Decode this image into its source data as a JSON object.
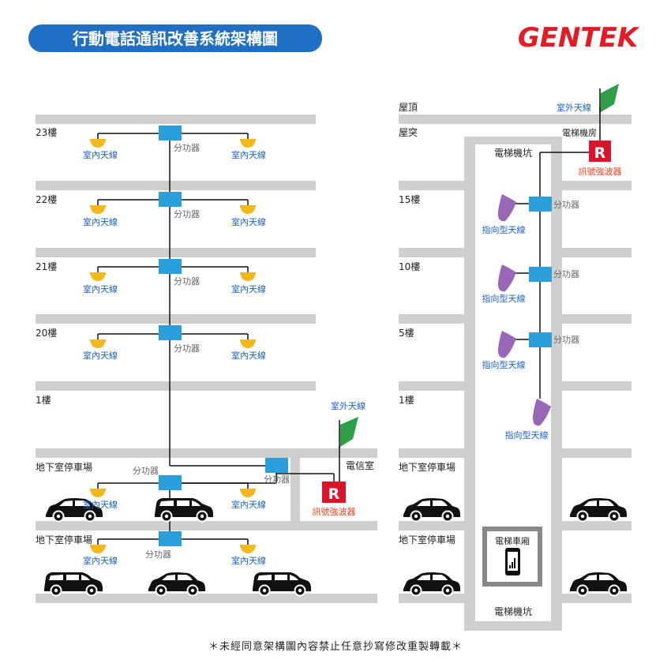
{
  "title": "行動電話通訊改善系統架構圖",
  "brand": "GENTEK",
  "colors": {
    "title_bg": "#1f6fc4",
    "brand_red": "#e21b24",
    "slab": "#cfcfcf",
    "splitter": "#2a9fdc",
    "repeater": "#d6162c",
    "indoor_antenna": "#f3b81c",
    "directional_antenna": "#9a67b8",
    "outdoor_antenna": "#2f9e47",
    "label_blue": "#1a62c4",
    "label_red": "#e8411e"
  },
  "left_building": {
    "floors": [
      {
        "label": "23樓"
      },
      {
        "label": "22樓"
      },
      {
        "label": "21樓"
      },
      {
        "label": "20樓"
      },
      {
        "label": "1樓"
      },
      {
        "label": "地下室停車場"
      },
      {
        "label": "地下室停車場"
      }
    ],
    "indoor_antenna_label": "室內天線",
    "splitter_label": "分功器",
    "telecom_room_label": "電信室",
    "outdoor_antenna_label": "室外天線",
    "repeater_label": "訊號強波器",
    "repeater_letter": "R"
  },
  "right_building": {
    "labels": {
      "roof": "屋頂",
      "roof_structure": "屋突",
      "machine_room": "電梯機房",
      "shaft_top": "電梯機坑",
      "shaft_bottom": "電梯機坑",
      "car": "電梯車廂",
      "outdoor_antenna": "室外天線",
      "repeater": "訊號強波器",
      "repeater_letter": "R",
      "splitter": "分功器",
      "directional_antenna": "指向型天線"
    },
    "floors": [
      {
        "label": "15樓"
      },
      {
        "label": "10樓"
      },
      {
        "label": "5樓"
      },
      {
        "label": "1樓"
      },
      {
        "label": "地下室停車場"
      },
      {
        "label": "地下室停車場"
      }
    ]
  },
  "footer": "＊未經同意架構圖內容禁止任意抄寫修改重製轉載＊"
}
